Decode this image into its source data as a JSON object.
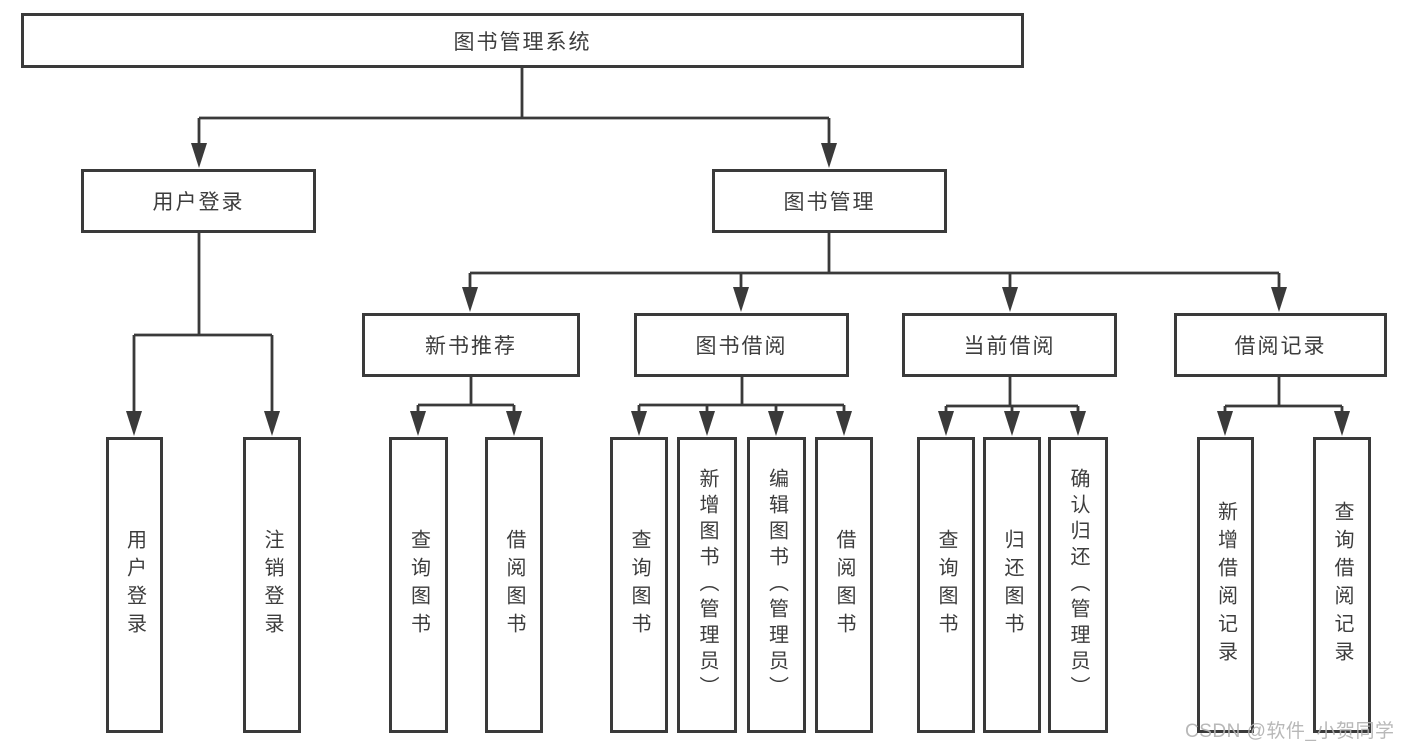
{
  "diagram": {
    "type": "hierarchy-tree",
    "nodes": {
      "root": "图书管理系统",
      "userLogin": "用户登录",
      "bookManagement": "图书管理",
      "loginLeaf": "用户登录",
      "logoutLeaf": "注销登录",
      "newBookRec": "新书推荐",
      "bookBorrow": "图书借阅",
      "currentBorrow": "当前借阅",
      "borrowRecords": "借阅记录",
      "nbQuery": "查询图书",
      "nbBorrow": "借阅图书",
      "bbQuery": "查询图书",
      "bbAdd": "新增图书（管理员）",
      "bbEdit": "编辑图书（管理员）",
      "bbBorrow": "借阅图书",
      "cbQuery": "查询图书",
      "cbReturn": "归还图书",
      "cbConfirm": "确认归还（管理员）",
      "brAdd": "新增借阅记录",
      "brQuery": "查询借阅记录"
    },
    "edges": [
      [
        "root",
        "userLogin"
      ],
      [
        "root",
        "bookManagement"
      ],
      [
        "userLogin",
        "loginLeaf"
      ],
      [
        "userLogin",
        "logoutLeaf"
      ],
      [
        "bookManagement",
        "newBookRec"
      ],
      [
        "bookManagement",
        "bookBorrow"
      ],
      [
        "bookManagement",
        "currentBorrow"
      ],
      [
        "bookManagement",
        "borrowRecords"
      ],
      [
        "newBookRec",
        "nbQuery"
      ],
      [
        "newBookRec",
        "nbBorrow"
      ],
      [
        "bookBorrow",
        "bbQuery"
      ],
      [
        "bookBorrow",
        "bbAdd"
      ],
      [
        "bookBorrow",
        "bbEdit"
      ],
      [
        "bookBorrow",
        "bbBorrow"
      ],
      [
        "currentBorrow",
        "cbQuery"
      ],
      [
        "currentBorrow",
        "cbReturn"
      ],
      [
        "currentBorrow",
        "cbConfirm"
      ],
      [
        "borrowRecords",
        "brAdd"
      ],
      [
        "borrowRecords",
        "brQuery"
      ]
    ],
    "colors": {
      "line": "#3a3a3a",
      "text": "#3d3d3d",
      "box_background": "#ffffff",
      "watermark": "#b2b2b2"
    }
  },
  "watermark": "CSDN @软件_小贺同学"
}
